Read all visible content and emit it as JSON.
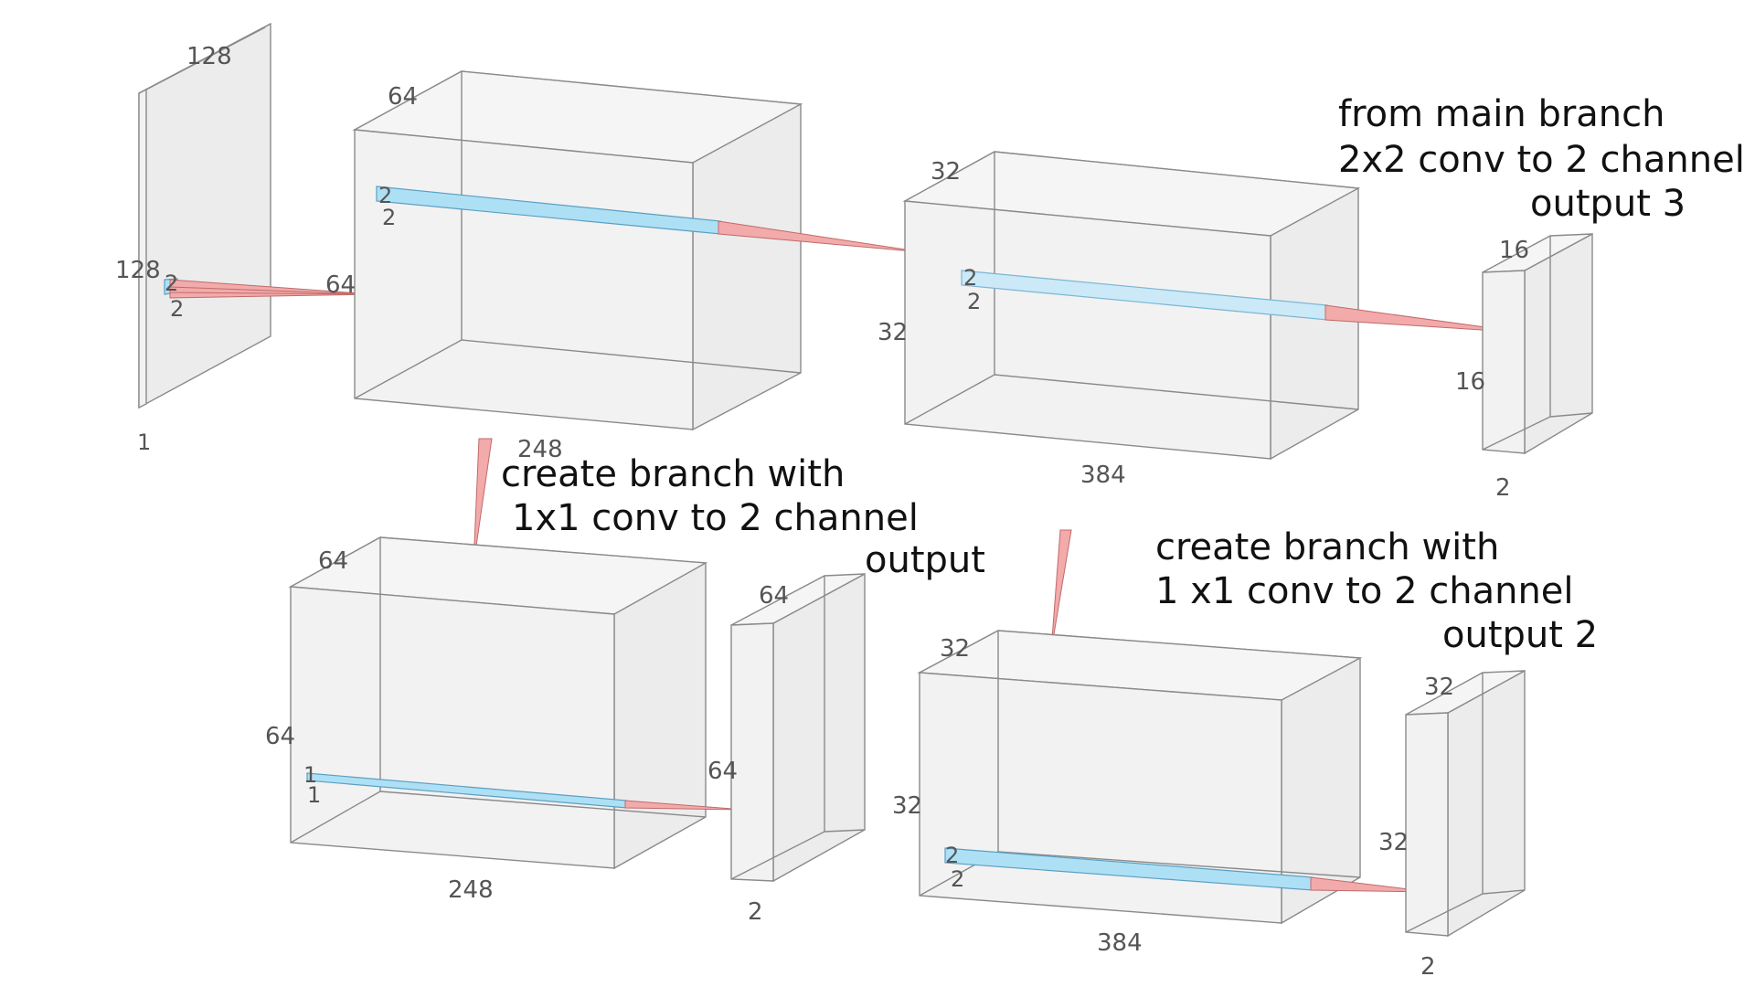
{
  "notes": {
    "output3": [
      "from main branch",
      "2x2 conv to 2 channel",
      "output 3"
    ],
    "branch1": [
      "create branch with",
      "1x1 conv to 2 channel",
      "output"
    ],
    "branch2": [
      "create branch with",
      "1 x1 conv to 2 channel",
      "output 2"
    ]
  },
  "input_volume": {
    "height": "128",
    "width": "128",
    "depth": "1",
    "kernel_h": "2",
    "kernel_w": "2"
  },
  "main_volume_1": {
    "height": "64",
    "width": "64",
    "depth": "248",
    "kernel_h": "2",
    "kernel_w": "2"
  },
  "main_volume_2": {
    "height": "32",
    "width": "32",
    "depth": "384",
    "kernel_h": "2",
    "kernel_w": "2"
  },
  "output3_volume": {
    "height": "16",
    "width": "16",
    "depth": "2"
  },
  "branch1_volume": {
    "height": "64",
    "width": "64",
    "depth": "248",
    "kernel_h": "1",
    "kernel_w": "1"
  },
  "branch1_output": {
    "height": "64",
    "width": "64",
    "depth": "2"
  },
  "branch2_volume": {
    "height": "32",
    "width": "32",
    "depth": "384",
    "kernel_h": "2",
    "kernel_w": "2"
  },
  "branch2_output": {
    "height": "32",
    "width": "32",
    "depth": "2"
  },
  "colors": {
    "kernel": "#aee0f5",
    "ray": "#f2aaaa",
    "box": "#f2f2f2",
    "edge": "#8a8a8a"
  }
}
